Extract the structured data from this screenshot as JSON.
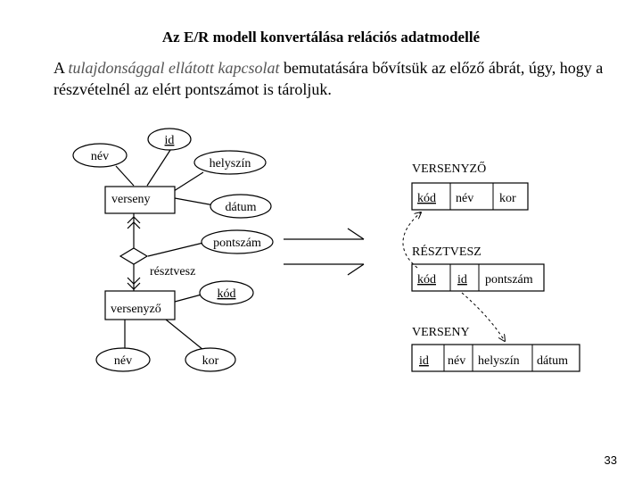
{
  "slide": {
    "title": "Az E/R modell konvertálása relációs adatmodellé",
    "intro_prefix": "A ",
    "intro_italic": "tulajdonsággal ellátott kapcsolat",
    "intro_rest": " bemutatására bővítsük az előző ábrát, úgy, hogy a részvételnél az elért pontszámot is tároljuk.",
    "page_number": "33"
  },
  "er": {
    "entity_verseny": "verseny",
    "entity_versenyzo": "versenyző",
    "relationship": "résztvesz",
    "attr_id": "id",
    "attr_nev1": "név",
    "attr_helyszin": "helyszín",
    "attr_datum": "dátum",
    "attr_pontszam": "pontszám",
    "attr_kod": "kód",
    "attr_nev2": "név",
    "attr_kor": "kor"
  },
  "relational": {
    "versenyzo": {
      "name": "VERSENYZŐ",
      "columns": [
        "kód",
        "név",
        "kor"
      ]
    },
    "resztvesz": {
      "name": "RÉSZTVESZ",
      "columns": [
        "kód",
        "id",
        "pontszám"
      ]
    },
    "verseny": {
      "name": "VERSENY",
      "columns": [
        "id",
        "név",
        "helyszín",
        "dátum"
      ]
    }
  }
}
